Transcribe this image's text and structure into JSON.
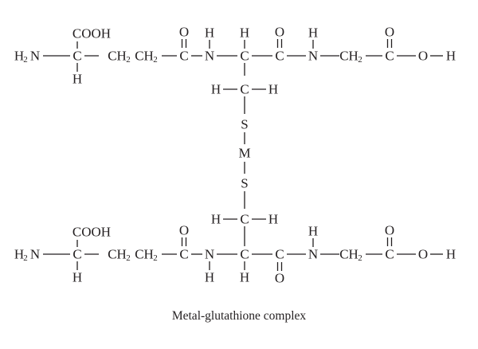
{
  "diagram": {
    "caption": "Metal-glutathione complex",
    "atoms": {
      "N": "N",
      "C": "C",
      "H": "H",
      "O": "O",
      "S": "S",
      "M": "M",
      "cooh": "COOH",
      "ch": "CH",
      "two": "2"
    }
  }
}
